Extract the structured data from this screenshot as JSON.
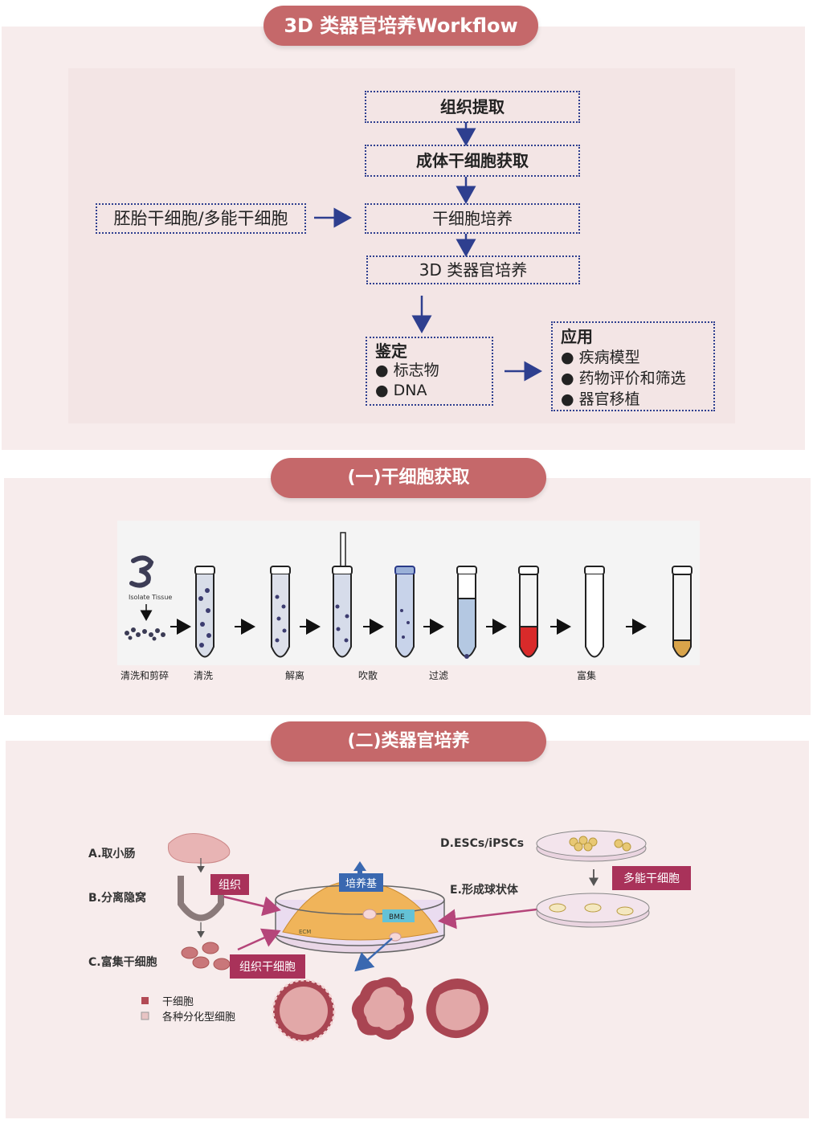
{
  "section1": {
    "title": "3D 类器官培养Workflow",
    "boxes": {
      "tissue": "组织提取",
      "adult_stem": "成体干细胞获取",
      "embryonic": "胚胎干细胞/多能干细胞",
      "stem_culture": "干细胞培养",
      "organoid_3d": "3D 类器官培养"
    },
    "identification": {
      "title": "鉴定",
      "items": [
        "标志物",
        "DNA"
      ]
    },
    "application": {
      "title": "应用",
      "items": [
        "疾病模型",
        "药物评价和筛选",
        "器官移植"
      ]
    }
  },
  "section2": {
    "title": "(一)干细胞获取",
    "isolate_text": "Isolate Tissue",
    "step_labels": [
      "清洗和剪碎",
      "清洗",
      "解离",
      "吹散",
      "过滤",
      "富集"
    ]
  },
  "section3": {
    "title": "(二)类器官培养",
    "steps": {
      "a": "A.取小肠",
      "b": "B.分离隐窝",
      "c": "C.富集干细胞",
      "d": "D.ESCs/iPSCs",
      "e": "E.形成球状体"
    },
    "tags": {
      "tissue": "组织",
      "medium": "培养基",
      "pluripotent": "多能干细胞",
      "tissue_stem": "组织干细胞"
    },
    "dish_labels": {
      "bme": "BME",
      "ecm": "ECM"
    },
    "legend": [
      "干细胞",
      "各种分化型细胞"
    ]
  },
  "colors": {
    "pill": "#c5686a",
    "panel": "#f7ecec",
    "box_border": "#2e3f8f",
    "tag": "#a9325a"
  }
}
